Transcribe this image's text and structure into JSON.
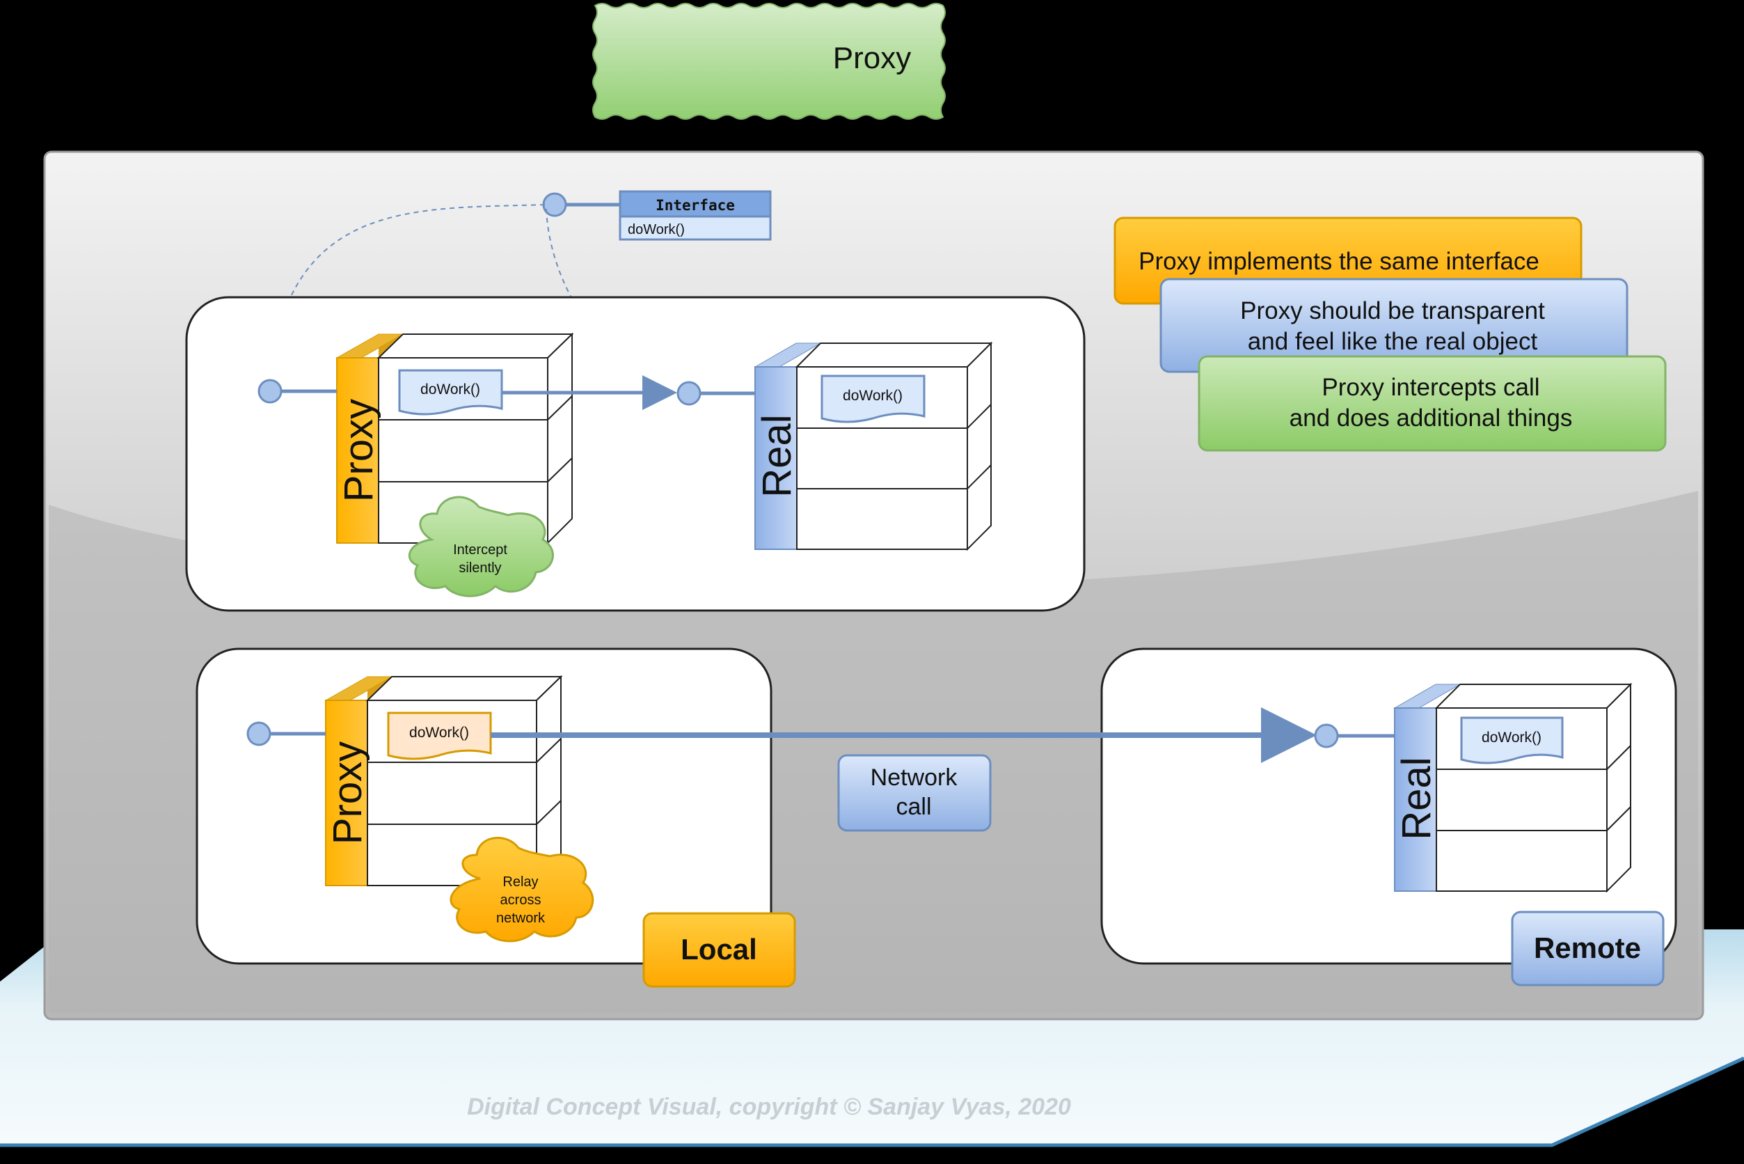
{
  "title": "Proxy",
  "interface": {
    "header": "Interface",
    "method": "doWork()"
  },
  "notes": [
    {
      "line1": "Proxy implements the same interface",
      "line2": ""
    },
    {
      "line1": "Proxy should be transparent",
      "line2": "and feel like the real object"
    },
    {
      "line1": "Proxy intercepts call",
      "line2": "and does additional things"
    }
  ],
  "top_scenario": {
    "proxy_label": "Proxy",
    "proxy_method": "doWork()",
    "real_label": "Real",
    "real_method": "doWork()",
    "cloud": {
      "line1": "Intercept",
      "line2": "silently"
    }
  },
  "bottom_scenario": {
    "proxy_label": "Proxy",
    "proxy_method": "doWork()",
    "real_label": "Real",
    "real_method": "doWork()",
    "cloud": {
      "line1": "Relay",
      "line2": "across",
      "line3": "network"
    },
    "network": {
      "line1": "Network",
      "line2": "call"
    },
    "local_label": "Local",
    "remote_label": "Remote"
  },
  "footer": "Digital Concept Visual, copyright © Sanjay Vyas, 2020",
  "colors": {
    "orange": "#FFB300",
    "blue": "#A9C4EB",
    "green": "#97D077",
    "line_blue": "#6C8EBF"
  }
}
